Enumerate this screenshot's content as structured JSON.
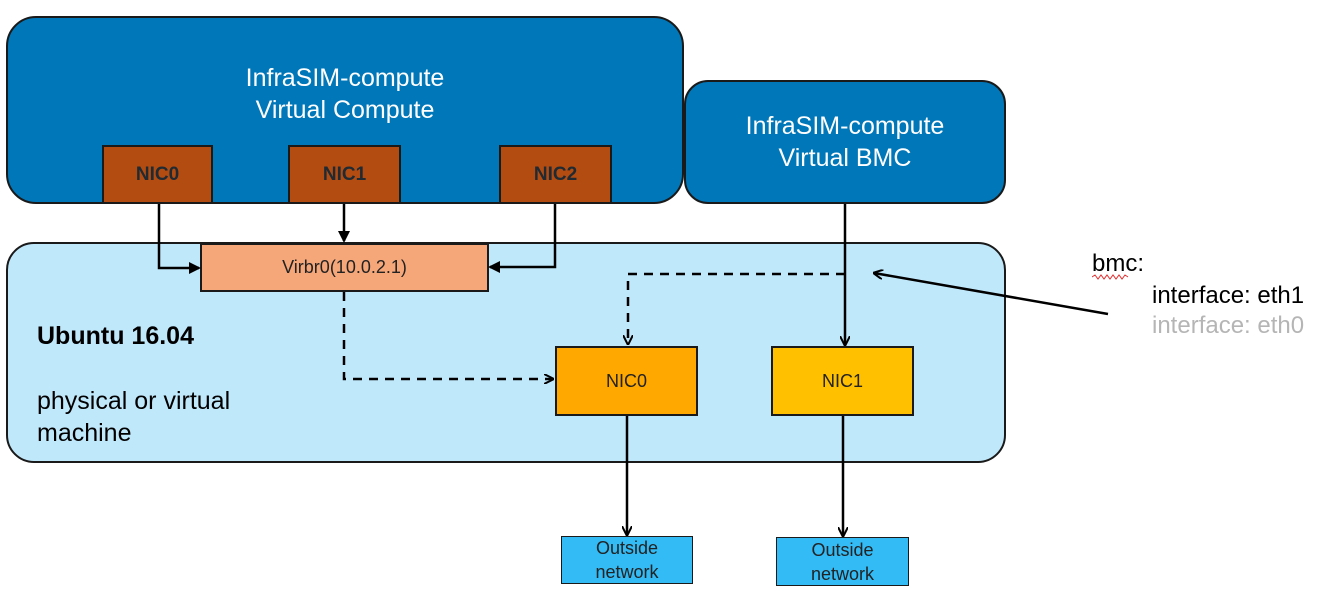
{
  "virtual_compute": {
    "title_line1": "InfraSIM-compute",
    "title_line2": "Virtual Compute",
    "nics": [
      "NIC0",
      "NIC1",
      "NIC2"
    ]
  },
  "virtual_bmc": {
    "title_line1": "InfraSIM-compute",
    "title_line2": "Virtual BMC"
  },
  "bridge": {
    "label": "Virbr0(10.0.2.1)"
  },
  "host": {
    "title": "Ubuntu 16.04",
    "subtitle_line1": "physical or virtual",
    "subtitle_line2": "machine",
    "nic0": "NIC0",
    "nic1": "NIC1"
  },
  "outside": {
    "left_line1": "Outside",
    "left_line2": "network",
    "right_line1": "Outside",
    "right_line2": "network"
  },
  "config": {
    "key": "bmc:",
    "active": "interface: eth1",
    "inactive": "interface: eth0"
  },
  "colors": {
    "compute_blue": "#0077b9",
    "host_light_blue": "#c0e8fb",
    "vnic_brown": "#b24c11",
    "bridge_salmon": "#f6a77a",
    "nic0_orange": "#ffa800",
    "nic1_yellow": "#ffc000",
    "outside_cyan": "#33bbf5",
    "inactive_gray": "#b5b5b5"
  }
}
